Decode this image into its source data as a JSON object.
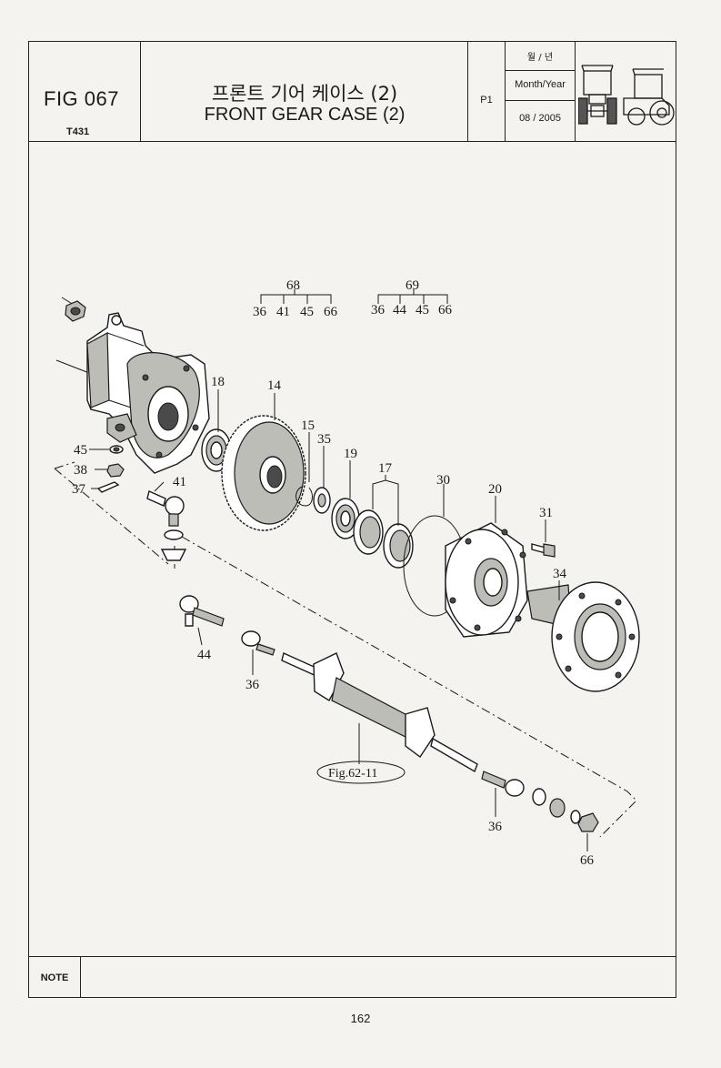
{
  "header": {
    "fig_no": "FIG 067",
    "model": "T431",
    "title_ko": "프론트 기어 케이스 (2)",
    "title_en": "FRONT GEAR CASE (2)",
    "page_code": "P1",
    "date_label_ko": "월 / 년",
    "date_label_en": "Month/Year",
    "date_value": "08 / 2005",
    "tractor_icon": "tractor-icon"
  },
  "parts": {
    "p68": "68",
    "p68_sub": [
      "36",
      "41",
      "45",
      "66"
    ],
    "p69": "69",
    "p69_sub": [
      "36",
      "44",
      "45",
      "66"
    ],
    "p18": "18",
    "p14": "14",
    "p15": "15",
    "p35": "35",
    "p19": "19",
    "p17": "17",
    "p30": "30",
    "p20": "20",
    "p31": "31",
    "p34": "34",
    "p45": "45",
    "p38": "38",
    "p37": "37",
    "p41": "41",
    "p44": "44",
    "p36a": "36",
    "p36b": "36",
    "p66": "66",
    "figref": "Fig.62-11"
  },
  "footer": {
    "note_label": "NOTE",
    "page_number": "162"
  }
}
